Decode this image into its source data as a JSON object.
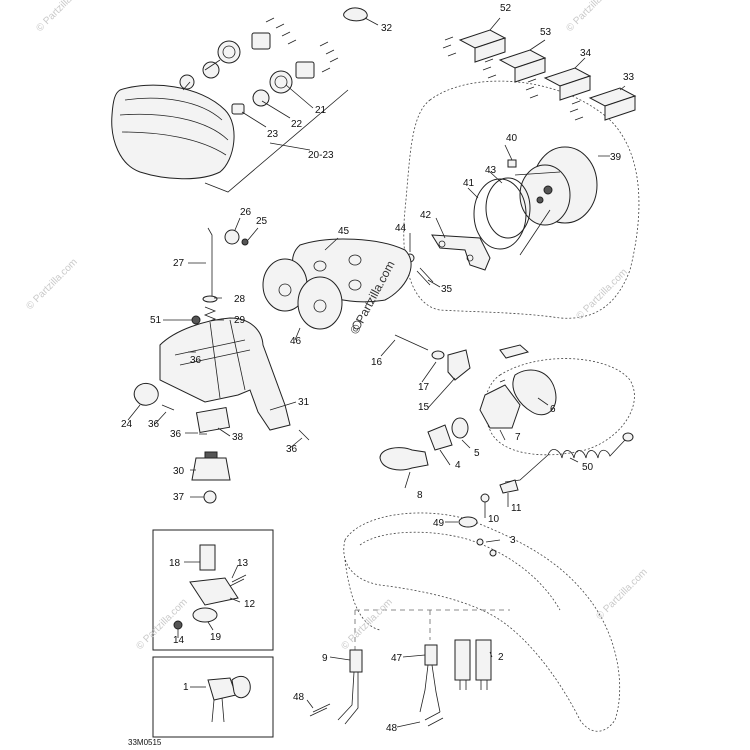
{
  "diagram_code": "33M0515",
  "watermark": "© Partzilla.com",
  "labels": {
    "l1": "1",
    "l2": "2",
    "l3": "3",
    "l4": "4",
    "l5": "5",
    "l6": "6",
    "l7": "7",
    "l8": "8",
    "l9": "9",
    "l10": "10",
    "l11": "11",
    "l12": "12",
    "l13": "13",
    "l14": "14",
    "l15": "15",
    "l16": "16",
    "l17": "17",
    "l18": "18",
    "l19": "19",
    "l20_23": "20-23",
    "l21": "21",
    "l22": "22",
    "l23": "23",
    "l24": "24",
    "l25": "25",
    "l26": "26",
    "l27": "27",
    "l28": "28",
    "l29": "29",
    "l30": "30",
    "l31": "31",
    "l32": "32",
    "l33": "33",
    "l34": "34",
    "l35": "35",
    "l36a": "36",
    "l36b": "36",
    "l36c": "36",
    "l36d": "36",
    "l37": "37",
    "l38": "38",
    "l39": "39",
    "l40": "40",
    "l41": "41",
    "l42": "42",
    "l43": "43",
    "l44": "44",
    "l45": "45",
    "l46": "46",
    "l47": "47",
    "l48a": "48",
    "l48b": "48",
    "l49": "49",
    "l50": "50",
    "l51": "51",
    "l52": "52",
    "l53": "53"
  }
}
